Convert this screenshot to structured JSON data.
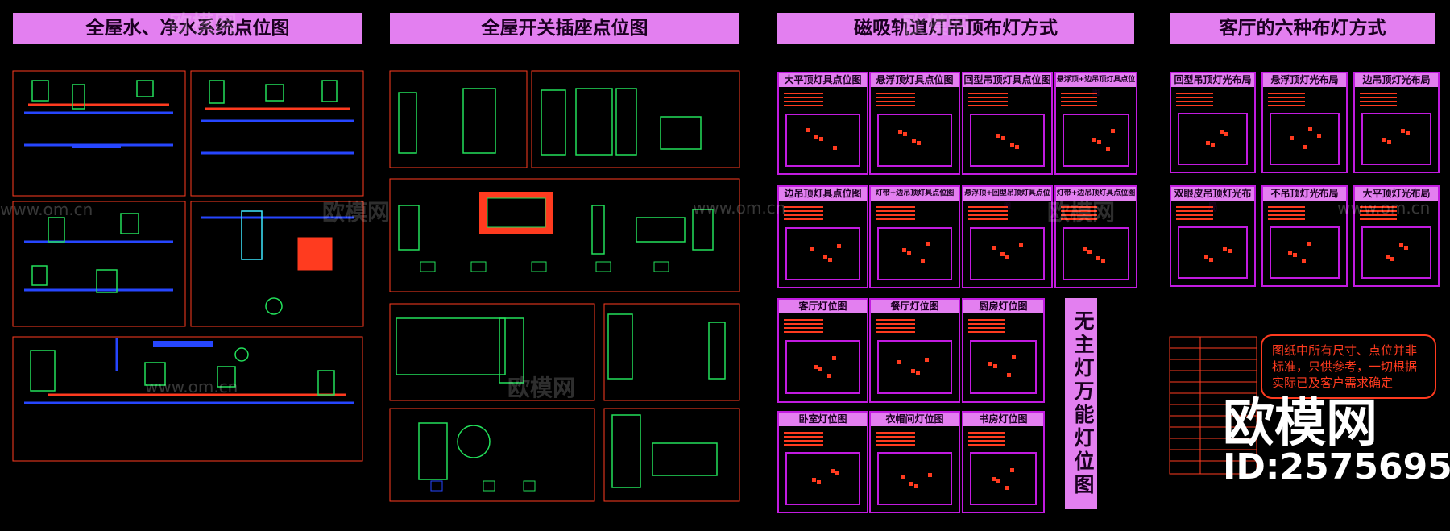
{
  "headers": {
    "water": "全屋水、净水系统点位图",
    "switch": "全屋开关插座点位图",
    "track": "磁吸轨道灯吊顶布灯方式",
    "living": "客厅的六种布灯方式"
  },
  "track_panels": [
    "大平顶灯具点位图",
    "悬浮顶灯具点位图",
    "回型吊顶灯具点位图",
    "悬浮顶+边吊顶灯具点位图",
    "边吊顶灯具点位图",
    "灯带+边吊顶灯具点位图",
    "悬浮顶+回型吊顶灯具点位图",
    "灯带+边吊顶灯具点位图"
  ],
  "room_panels": [
    "客厅灯位图",
    "餐厅灯位图",
    "厨房灯位图",
    "卧室灯位图",
    "衣帽间灯位图",
    "书房灯位图"
  ],
  "living_panels": [
    "回型吊顶灯光布局",
    "悬浮顶灯光布局",
    "边吊顶灯光布局",
    "双眼皮吊顶灯光布局",
    "不吊顶灯光布局",
    "大平顶灯光布局"
  ],
  "vertical_label": "无主灯万能灯位图",
  "note": "图纸中所有尺寸、点位并非标准，只供参考，一切根据实际已及客户需求确定",
  "watermark": {
    "brand": "欧模网",
    "url": "www.om.cn",
    "id": "ID:2575695"
  },
  "colors": {
    "header_bg": "#e37ff0",
    "frame": "#ff3b1f",
    "magenta": "#c21be0",
    "green": "#22e05a",
    "blue": "#2646ff",
    "cyan": "#3de7ff"
  }
}
